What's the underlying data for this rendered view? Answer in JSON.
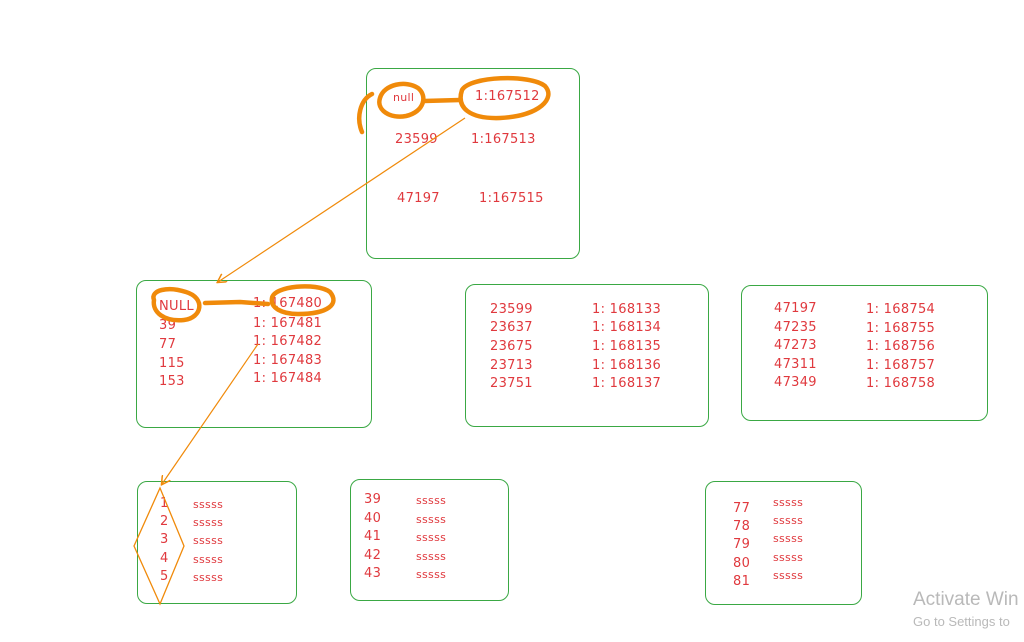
{
  "root": {
    "rows": [
      {
        "key": "null",
        "val": "1:167512"
      },
      {
        "key": "23599",
        "val": "1:167513"
      },
      {
        "key": "47197",
        "val": "1:167515"
      }
    ]
  },
  "level1": [
    {
      "rows": [
        {
          "key": "NULL",
          "val": "1:  167480"
        },
        {
          "key": "39",
          "val": "1:  167481"
        },
        {
          "key": "77",
          "val": "1:  167482"
        },
        {
          "key": "115",
          "val": "1:  167483"
        },
        {
          "key": "153",
          "val": "1:  167484"
        }
      ]
    },
    {
      "rows": [
        {
          "key": "23599",
          "val": "1: 168133"
        },
        {
          "key": "23637",
          "val": "1: 168134"
        },
        {
          "key": "23675",
          "val": "1: 168135"
        },
        {
          "key": "23713",
          "val": "1: 168136"
        },
        {
          "key": "23751",
          "val": "1: 168137"
        }
      ]
    },
    {
      "rows": [
        {
          "key": "47197",
          "val": "1: 168754"
        },
        {
          "key": "47235",
          "val": "1: 168755"
        },
        {
          "key": "47273",
          "val": "1: 168756"
        },
        {
          "key": "47311",
          "val": "1: 168757"
        },
        {
          "key": "47349",
          "val": "1: 168758"
        }
      ]
    }
  ],
  "leaves": [
    {
      "rows": [
        {
          "key": "1",
          "val": "sssss"
        },
        {
          "key": "2",
          "val": "sssss"
        },
        {
          "key": "3",
          "val": "sssss"
        },
        {
          "key": "4",
          "val": "sssss"
        },
        {
          "key": "5",
          "val": "sssss"
        }
      ]
    },
    {
      "rows": [
        {
          "key": "39",
          "val": "sssss"
        },
        {
          "key": "40",
          "val": "sssss"
        },
        {
          "key": "41",
          "val": "sssss"
        },
        {
          "key": "42",
          "val": "sssss"
        },
        {
          "key": "43",
          "val": "sssss"
        }
      ]
    },
    {
      "rows": [
        {
          "key": "77",
          "val": "sssss"
        },
        {
          "key": "78",
          "val": "sssss"
        },
        {
          "key": "79",
          "val": "sssss"
        },
        {
          "key": "80",
          "val": "sssss"
        },
        {
          "key": "81",
          "val": "sssss"
        }
      ]
    }
  ],
  "watermark": {
    "title": "Activate Win",
    "subtitle": "Go to Settings to"
  },
  "colors": {
    "box_border": "#3aa844",
    "text": "#e0393e",
    "highlight": "#f08a0a"
  }
}
